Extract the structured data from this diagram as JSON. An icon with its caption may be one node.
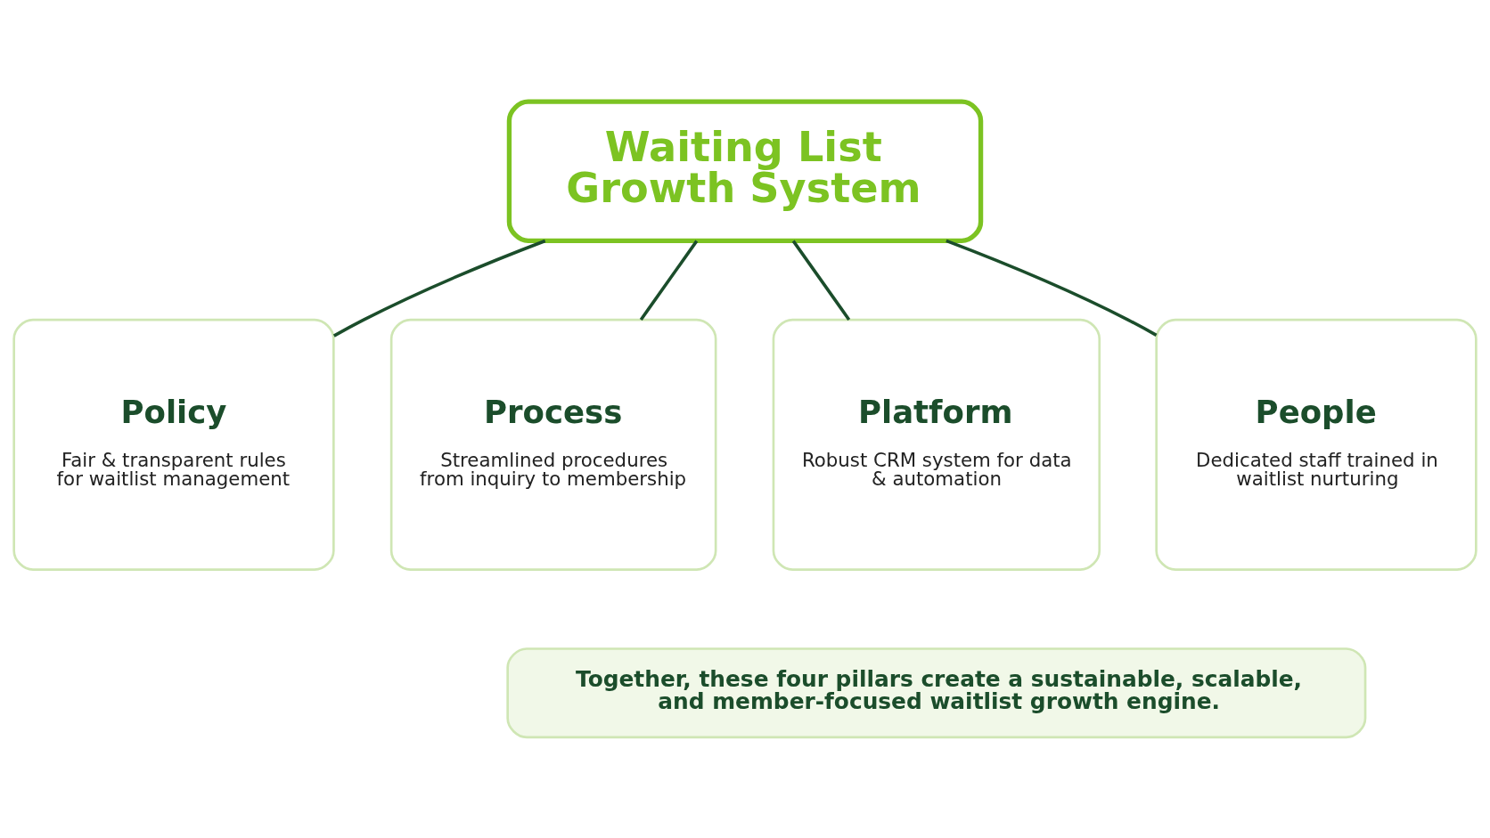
{
  "diagram": {
    "nodes": [
      {
        "text": [
          "Waiting List Growth System"
        ]
      },
      {
        "text": [
          "Policy",
          "Fair & transparent rules for waitlist management"
        ]
      },
      {
        "text": [
          "Process",
          "Streamlined procedures from inquiry to membership"
        ]
      },
      {
        "text": [
          "Platform",
          "Robust CRM system for data & automation"
        ]
      },
      {
        "text": [
          "People",
          "Dedicated staff trained in waitlist nurturing"
        ]
      },
      {
        "text": [
          "Together, these four pillars create a sustainable, scalable, and member-focused waitlist growth engine."
        ]
      }
    ],
    "edges": [
      {
        "from": 0,
        "to": 1,
        "arrow": "none"
      },
      {
        "from": 0,
        "to": 2,
        "arrow": "none"
      },
      {
        "from": 0,
        "to": 3,
        "arrow": "none"
      },
      {
        "from": 0,
        "to": 4,
        "arrow": "none"
      }
    ]
  }
}
